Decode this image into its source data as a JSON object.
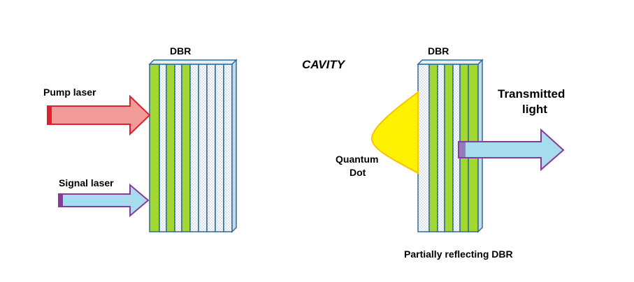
{
  "labels": {
    "dbr_left": "DBR",
    "cavity": "CAVITY",
    "dbr_right": "DBR",
    "pump_laser": "Pump laser",
    "signal_laser": "Signal laser",
    "quantum_dot_line1": "Quantum",
    "quantum_dot_line2": "Dot",
    "transmitted_line1": "Transmitted",
    "transmitted_line2": "light",
    "partially_reflecting": "Partially reflecting DBR"
  },
  "colors": {
    "green_layer": "#a3d830",
    "dotted_layer": "#ffffff",
    "layer_outline": "#2d6ea0",
    "pump_fill": "#f29b9b",
    "pump_stroke": "#e0202a",
    "signal_fill": "#a6dcee",
    "signal_stroke": "#8a3a9a",
    "quantum_dot_fill": "#fff200",
    "quantum_dot_stroke": "#f5c400"
  }
}
